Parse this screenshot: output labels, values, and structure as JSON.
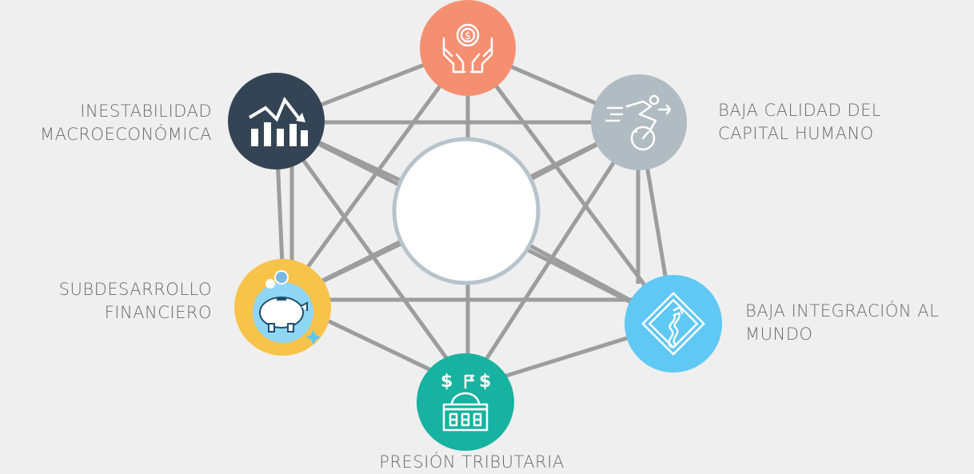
{
  "labels": {
    "inestabilidad": [
      "INESTABILIDAD",
      "MACROECONÓMICA"
    ],
    "capital": [
      "BAJA CALIDAD DEL",
      "CAPITAL HUMANO"
    ],
    "subdesarrollo": [
      "SUBDESARROLLO",
      "FINANCIERO"
    ],
    "integracion": [
      "BAJA INTEGRACIÓN AL",
      "MUNDO"
    ],
    "presion": [
      "PRESIÓN TRIBUTARIA"
    ]
  },
  "icons": {
    "top": "hands-coin-icon",
    "inestabilidad": "declining-chart-icon",
    "capital": "runner-speedometer-icon",
    "subdesarrollo": "piggy-bank-icon",
    "integracion": "road-sign-icon",
    "presion": "government-building-icon"
  },
  "colors": {
    "top": "#f58f72",
    "inestabilidad": "#354454",
    "capital": "#b1bcc2",
    "subdesarrollo": "#f7c34a",
    "integracion": "#5fc8f5",
    "presion": "#17b2a0",
    "lines": "#9d9d9d",
    "center_ring": "#b7c3ca"
  }
}
